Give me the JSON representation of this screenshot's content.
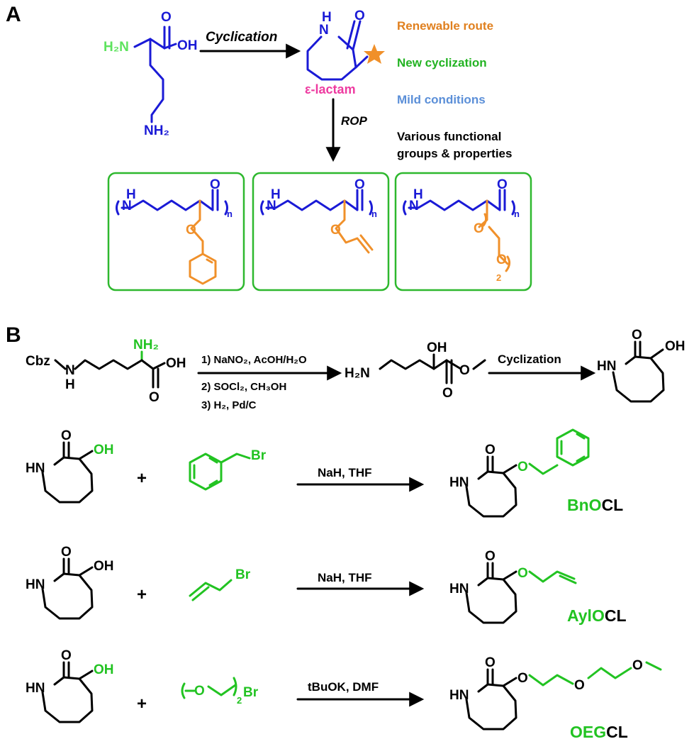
{
  "panel_a": {
    "label": "A",
    "lysine_nh2": "H₂N",
    "lysine_oh": "OH",
    "lysine_o": "O",
    "lysine_side_nh2": "NH₂",
    "cyclication": "Cyclication",
    "lactam_nh": "N",
    "lactam_h": "H",
    "lactam_o": "O",
    "lactam_name": "ε-lactam",
    "rop": "ROP",
    "feature_1": "Renewable route",
    "feature_2": "New cyclization",
    "feature_3": "Mild conditions",
    "feature_4_line1": "Various functional",
    "feature_4_line2": "groups & properties",
    "polymer_h": "H",
    "polymer_n": "N",
    "polymer_o": "O",
    "polymer_sub_n": "n",
    "peg_sub": "2",
    "colors": {
      "black": "#000000",
      "blue": "#1a1ad6",
      "green": "#22c322",
      "orange": "#f0902a",
      "pink": "#ee3aa0",
      "steel": "#5b8fd8",
      "box": "#2eb82e"
    }
  },
  "panel_b": {
    "label": "B",
    "cbz": "Cbz",
    "nh_n": "N",
    "nh_h": "H",
    "amino": "NH₂",
    "acid_oh": "OH",
    "acid_o": "O",
    "step1": "1) NaNO₂, AcOH/H₂O",
    "step2": "2) SOCl₂, CH₃OH",
    "step3": "3) H₂, Pd/C",
    "product_h2n": "H₂N",
    "product_oh": "OH",
    "product_o": "O",
    "cyclization": "Cyclization",
    "hydroxylactam_hn": "HN",
    "hydroxylactam_o": "O",
    "hydroxylactam_oh": "OH",
    "plus": "+",
    "br": "Br",
    "reagent_1": "NaH, THF",
    "reagent_2": "NaH, THF",
    "reagent_3": "tBuOK, DMF",
    "ether_o": "O",
    "peg_sub": "2",
    "name_1_a": "Bn",
    "name_1_b": "O",
    "name_1_c": "CL",
    "name_2_a": "Ayl",
    "name_2_b": "O",
    "name_2_c": "CL",
    "name_3_a": "OEG",
    "name_3_c": "CL"
  }
}
